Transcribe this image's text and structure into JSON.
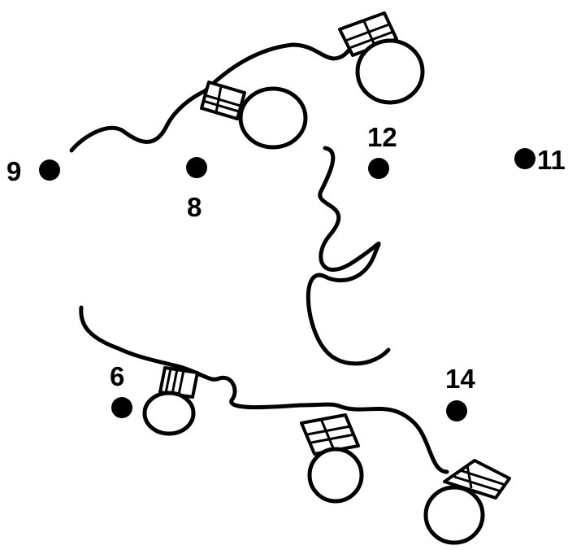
{
  "puzzle": {
    "dots": [
      {
        "number": "9"
      },
      {
        "number": "8"
      },
      {
        "number": "12"
      },
      {
        "number": "11"
      },
      {
        "number": "6"
      },
      {
        "number": "14"
      }
    ],
    "colors": {
      "ink": "#000000",
      "paper": "#ffffff"
    },
    "icons": [
      "light-bulb-icon",
      "cable-wire"
    ]
  }
}
